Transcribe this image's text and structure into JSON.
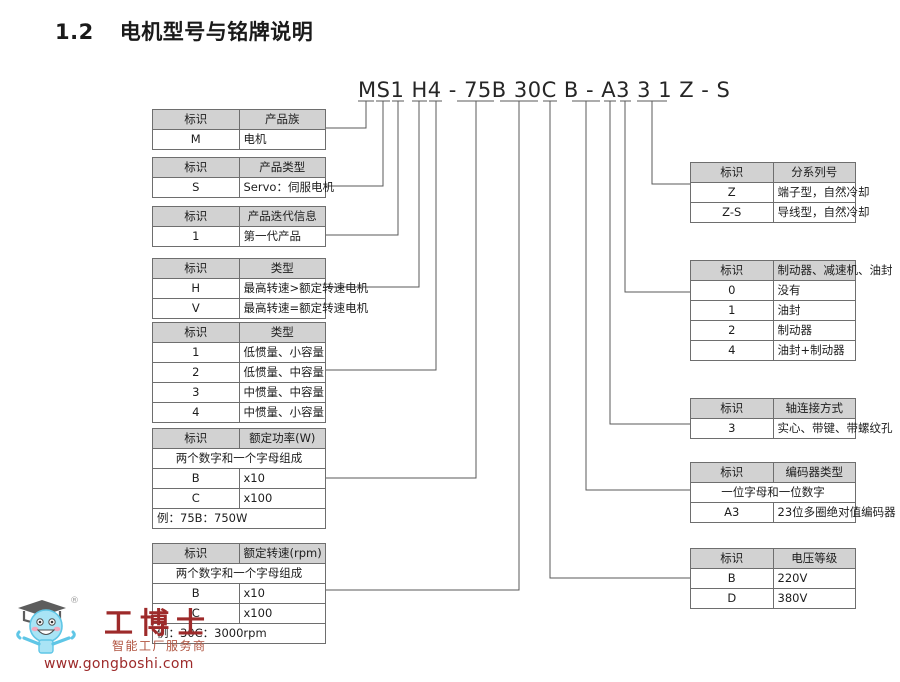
{
  "heading": {
    "number": "1.2",
    "title": "电机型号与铭牌说明"
  },
  "model_code": {
    "full": "MS1 H4 - 75B 30C B - A3 3 1 Z - S",
    "segments": [
      "M",
      "S",
      "1",
      "H",
      "4",
      "75B",
      "30C",
      "B",
      "A3",
      "3",
      "1",
      "Z-S"
    ]
  },
  "tables": {
    "product_family": {
      "header_code": "标识",
      "header_desc": "产品族",
      "rows": [
        {
          "code": "M",
          "desc": "电机"
        }
      ]
    },
    "product_type": {
      "header_code": "标识",
      "header_desc": "产品类型",
      "rows": [
        {
          "code": "S",
          "desc": "Servo：伺服电机"
        }
      ]
    },
    "product_iteration": {
      "header_code": "标识",
      "header_desc": "产品迭代信息",
      "rows": [
        {
          "code": "1",
          "desc": "第一代产品"
        }
      ]
    },
    "speed_type": {
      "header_code": "标识",
      "header_desc": "类型",
      "rows": [
        {
          "code": "H",
          "desc": "最高转速>额定转速电机"
        },
        {
          "code": "V",
          "desc": "最高转速=额定转速电机"
        }
      ]
    },
    "inertia_type": {
      "header_code": "标识",
      "header_desc": "类型",
      "rows": [
        {
          "code": "1",
          "desc": "低惯量、小容量"
        },
        {
          "code": "2",
          "desc": "低惯量、中容量"
        },
        {
          "code": "3",
          "desc": "中惯量、中容量"
        },
        {
          "code": "4",
          "desc": "中惯量、小容量"
        }
      ]
    },
    "rated_power": {
      "header_code": "标识",
      "header_desc": "额定功率(W)",
      "note_top": "两个数字和一个字母组成",
      "rows": [
        {
          "code": "B",
          "desc": "x10"
        },
        {
          "code": "C",
          "desc": "x100"
        }
      ],
      "note_bottom": "例：75B：750W"
    },
    "rated_speed": {
      "header_code": "标识",
      "header_desc": "额定转速(rpm)",
      "note_top": "两个数字和一个字母组成",
      "rows": [
        {
          "code": "B",
          "desc": "x10"
        },
        {
          "code": "C",
          "desc": "x100"
        }
      ],
      "note_bottom": "例：30C：3000rpm"
    },
    "sub_series": {
      "header_code": "标识",
      "header_desc": "分系列号",
      "rows": [
        {
          "code": "Z",
          "desc": "端子型，自然冷却"
        },
        {
          "code": "Z-S",
          "desc": "导线型，自然冷却"
        }
      ]
    },
    "brake_gear_seal": {
      "header_code": "标识",
      "header_desc": "制动器、减速机、油封",
      "rows": [
        {
          "code": "0",
          "desc": "没有"
        },
        {
          "code": "1",
          "desc": "油封"
        },
        {
          "code": "2",
          "desc": "制动器"
        },
        {
          "code": "4",
          "desc": "油封+制动器"
        }
      ]
    },
    "shaft_connection": {
      "header_code": "标识",
      "header_desc": "轴连接方式",
      "rows": [
        {
          "code": "3",
          "desc": "实心、带键、带螺纹孔"
        }
      ]
    },
    "encoder_type": {
      "header_code": "标识",
      "header_desc": "编码器类型",
      "note_top": "一位字母和一位数字",
      "rows": [
        {
          "code": "A3",
          "desc": "23位多圈绝对值编码器"
        }
      ]
    },
    "voltage_class": {
      "header_code": "标识",
      "header_desc": "电压等级",
      "rows": [
        {
          "code": "B",
          "desc": "220V"
        },
        {
          "code": "D",
          "desc": "380V"
        }
      ]
    }
  },
  "watermark": {
    "brand": "工博士",
    "subtitle": "智能工厂服务商",
    "url": "www.gongboshi.com",
    "registered_mark": "®"
  },
  "colors": {
    "header_fill": "#d2d2d2",
    "border": "#6e6e6e",
    "text": "#1a1a1a",
    "connector": "#5a5a5a",
    "watermark_red": "#9d2a2a",
    "mascot_blue": "#7fd4ef"
  }
}
